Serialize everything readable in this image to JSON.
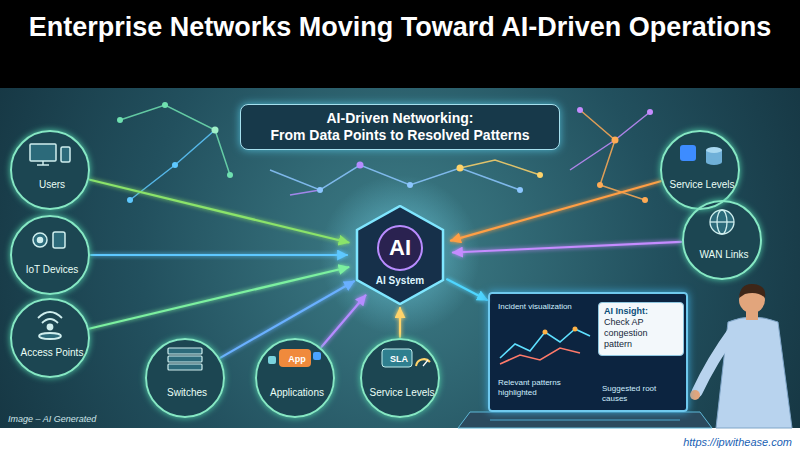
{
  "diagram": {
    "title": "Enterprise Networks Moving Toward AI-Driven Operations",
    "nodes": [
      {
        "text": [
          "AI-Driven Networking:",
          "From Data Points to Resolved Patterns"
        ]
      },
      {
        "text": [
          "Users"
        ]
      },
      {
        "text": [
          "IoT Devices"
        ]
      },
      {
        "text": [
          "Access Points"
        ]
      },
      {
        "text": [
          "Switches"
        ]
      },
      {
        "text": [
          "App",
          "Applications"
        ]
      },
      {
        "text": [
          "SLA",
          "Service Levels"
        ]
      },
      {
        "text": [
          "AI",
          "AI System"
        ]
      },
      {
        "text": [
          "Service Levels"
        ]
      },
      {
        "text": [
          "WAN Links"
        ]
      },
      {
        "text": [
          "Incident visualization",
          "Relevant patterns highlighted",
          "Suggested root causes"
        ]
      },
      {
        "text": [
          "AI Insight:",
          "Check AP congestion pattern"
        ],
        "in": 10
      }
    ],
    "edges": [
      {
        "from": 1,
        "to": 7,
        "arrow": "to"
      },
      {
        "from": 2,
        "to": 7,
        "arrow": "to"
      },
      {
        "from": 3,
        "to": 7,
        "arrow": "to"
      },
      {
        "from": 4,
        "to": 7,
        "arrow": "to"
      },
      {
        "from": 5,
        "to": 7,
        "arrow": "to"
      },
      {
        "from": 6,
        "to": 7,
        "arrow": "to"
      },
      {
        "from": 8,
        "to": 7,
        "arrow": "to"
      },
      {
        "from": 9,
        "to": 7,
        "arrow": "to"
      },
      {
        "from": 7,
        "to": 10,
        "arrow": "to"
      }
    ],
    "labels": [
      "Image – AI Generated",
      "https://ipwithease.com"
    ]
  }
}
